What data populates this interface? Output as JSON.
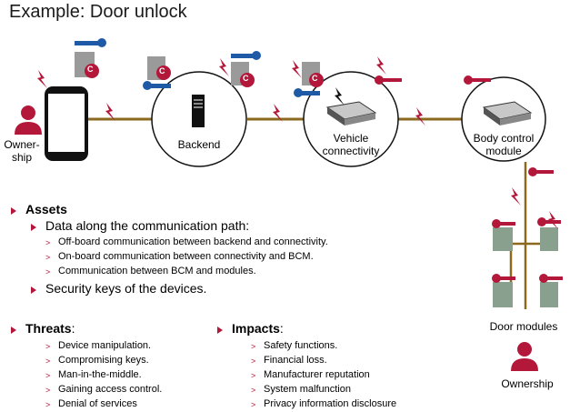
{
  "title": "Example: Door unlock",
  "nodes": {
    "ownership_left": "Owner-\nship",
    "backend": "Backend",
    "vehicle": "Vehicle\nconnectivity",
    "bcm": "Body control\nmodule",
    "door_modules": "Door modules",
    "ownership_right": "Ownership"
  },
  "key_labels": {
    "cert": "C"
  },
  "assets": {
    "heading": "Assets",
    "items": [
      {
        "text": "Data along the communication path:",
        "subitems": [
          "Off-board communication between backend and connectivity.",
          "On-board communication between connectivity and BCM.",
          "Communication between BCM and modules."
        ]
      },
      {
        "text": "Security keys of the devices.",
        "subitems": []
      }
    ]
  },
  "threats": {
    "heading": "Threats",
    "suffix": ":",
    "items": [
      "Device manipulation.",
      "Compromising keys.",
      "Man-in-the-middle.",
      "Gaining access control.",
      "Denial of services"
    ]
  },
  "impacts": {
    "heading": "Impacts",
    "suffix": ":",
    "items": [
      "Safety functions.",
      "Financial loss.",
      "Manufacturer reputation",
      "System malfunction",
      "Privacy information disclosure"
    ]
  },
  "colors": {
    "accent": "#b3173a",
    "link": "#8b6a1f",
    "blue_key": "#1f5aa6",
    "gray": "#9a9a9a"
  }
}
